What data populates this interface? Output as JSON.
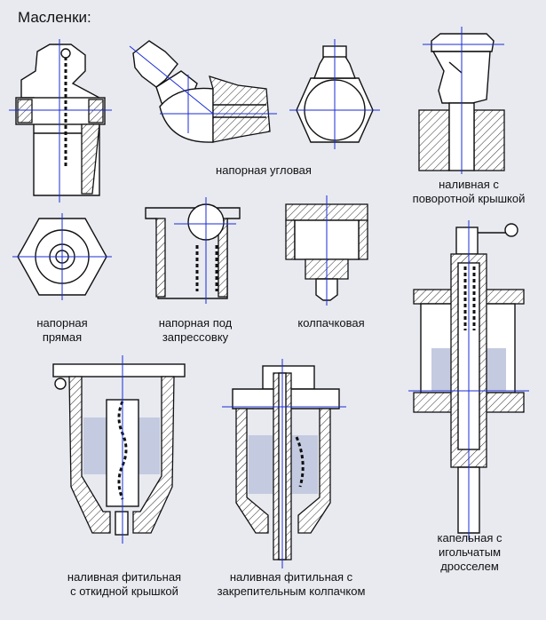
{
  "title": "Масленки:",
  "captions": {
    "angular": "напорная угловая",
    "rotary_lid": "наливная с\nповоротной крышкой",
    "straight": "напорная\nпрямая",
    "press_fit": "напорная под\nзапрессовку",
    "cap": "колпачковая",
    "wick_flip": "наливная фитильная\nс откидной крышкой",
    "wick_cap": "наливная фитильная с\nзакрепительным колпачком",
    "drip_needle": "капельная с\nигольчатым\nдросселем"
  },
  "colors": {
    "background": "#e8eaf0",
    "axis": "#1a2cd6",
    "line": "#111111",
    "liquid": "#c4cbe0"
  }
}
